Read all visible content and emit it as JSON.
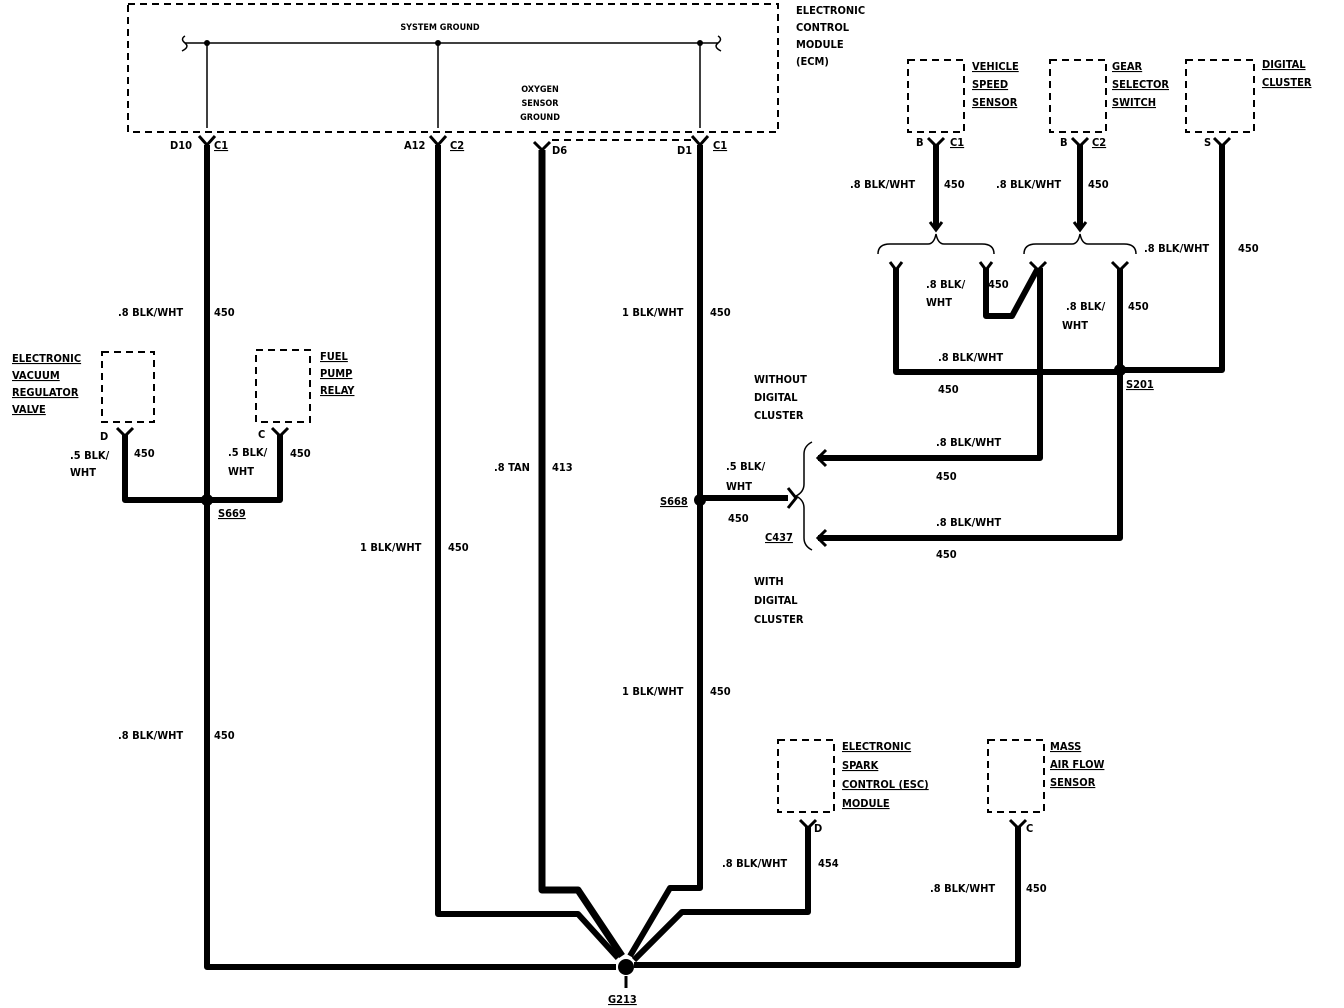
{
  "ecm": {
    "label_lines": [
      "ELECTRONIC",
      "CONTROL",
      "MODULE",
      "(ECM)"
    ],
    "system_ground": "SYSTEM GROUND",
    "oxygen_sensor_ground": [
      "OXYGEN",
      "SENSOR",
      "GROUND"
    ],
    "pins": [
      {
        "pin": "D10",
        "conn": "C1"
      },
      {
        "pin": "A12",
        "conn": "C2"
      },
      {
        "pin": "D6",
        "conn": ""
      },
      {
        "pin": "D1",
        "conn": "C1"
      }
    ]
  },
  "components": {
    "vehicle_speed_sensor": {
      "lines": [
        "VEHICLE",
        "SPEED",
        "SENSOR"
      ],
      "pin": "B",
      "conn": "C1"
    },
    "gear_selector_switch": {
      "lines": [
        "GEAR",
        "SELECTOR",
        "SWITCH"
      ],
      "pin": "B",
      "conn": "C2"
    },
    "digital_cluster": {
      "lines": [
        "DIGITAL",
        "CLUSTER"
      ],
      "pin": "S"
    },
    "evrv": {
      "lines": [
        "ELECTRONIC",
        "VACUUM",
        "REGULATOR",
        "VALVE"
      ],
      "pin": "D"
    },
    "fuel_pump_relay": {
      "lines": [
        "FUEL",
        "PUMP",
        "RELAY"
      ],
      "pin": "C"
    },
    "esc_module": {
      "lines": [
        "ELECTRONIC",
        "SPARK",
        "CONTROL (ESC)",
        "MODULE"
      ],
      "pin": "D"
    },
    "mass_air_flow": {
      "lines": [
        "MASS",
        "AIR FLOW",
        "SENSOR"
      ],
      "pin": "C"
    }
  },
  "wires": {
    "d10_upper": {
      "gauge": ".8 BLK/WHT",
      "circuit": "450"
    },
    "d10_lower": {
      "gauge": ".8 BLK/WHT",
      "circuit": "450"
    },
    "a12": {
      "gauge": "1 BLK/WHT",
      "circuit": "450"
    },
    "d6": {
      "gauge": ".8 TAN",
      "circuit": "413"
    },
    "d1_upper": {
      "gauge": "1 BLK/WHT",
      "circuit": "450"
    },
    "d1_lower": {
      "gauge": "1 BLK/WHT",
      "circuit": "450"
    },
    "evrv": {
      "gauge_lines": [
        ".5 BLK/",
        "WHT"
      ],
      "circuit": "450"
    },
    "fpr": {
      "gauge_lines": [
        ".5 BLK/",
        "WHT"
      ],
      "circuit": "450"
    },
    "vss": {
      "gauge": ".8 BLK/WHT",
      "circuit": "450"
    },
    "gss": {
      "gauge": ".8 BLK/WHT",
      "circuit": "450"
    },
    "dc": {
      "gauge": ".8 BLK/WHT",
      "circuit": "450"
    },
    "branch_a": {
      "gauge_lines": [
        ".8 BLK/",
        "WHT"
      ],
      "circuit": "450"
    },
    "branch_b": {
      "gauge_lines": [
        ".8 BLK/",
        "WHT"
      ],
      "circuit": "450"
    },
    "s201_left": {
      "gauge": ".8 BLK/WHT",
      "circuit": "450"
    },
    "without_run": {
      "gauge": ".8 BLK/WHT",
      "circuit": "450"
    },
    "with_run": {
      "gauge": ".8 BLK/WHT",
      "circuit": "450"
    },
    "s668_out": {
      "gauge_lines": [
        ".5 BLK/",
        "WHT"
      ],
      "circuit": "450"
    },
    "esc": {
      "gauge": ".8 BLK/WHT",
      "circuit": "454"
    },
    "maf": {
      "gauge": ".8 BLK/WHT",
      "circuit": "450"
    }
  },
  "splices": {
    "s669": "S669",
    "s668": "S668",
    "s201": "S201"
  },
  "connector_c437": "C437",
  "ground": "G213",
  "options": {
    "without": [
      "WITHOUT",
      "DIGITAL",
      "CLUSTER"
    ],
    "with": [
      "WITH",
      "DIGITAL",
      "CLUSTER"
    ]
  }
}
